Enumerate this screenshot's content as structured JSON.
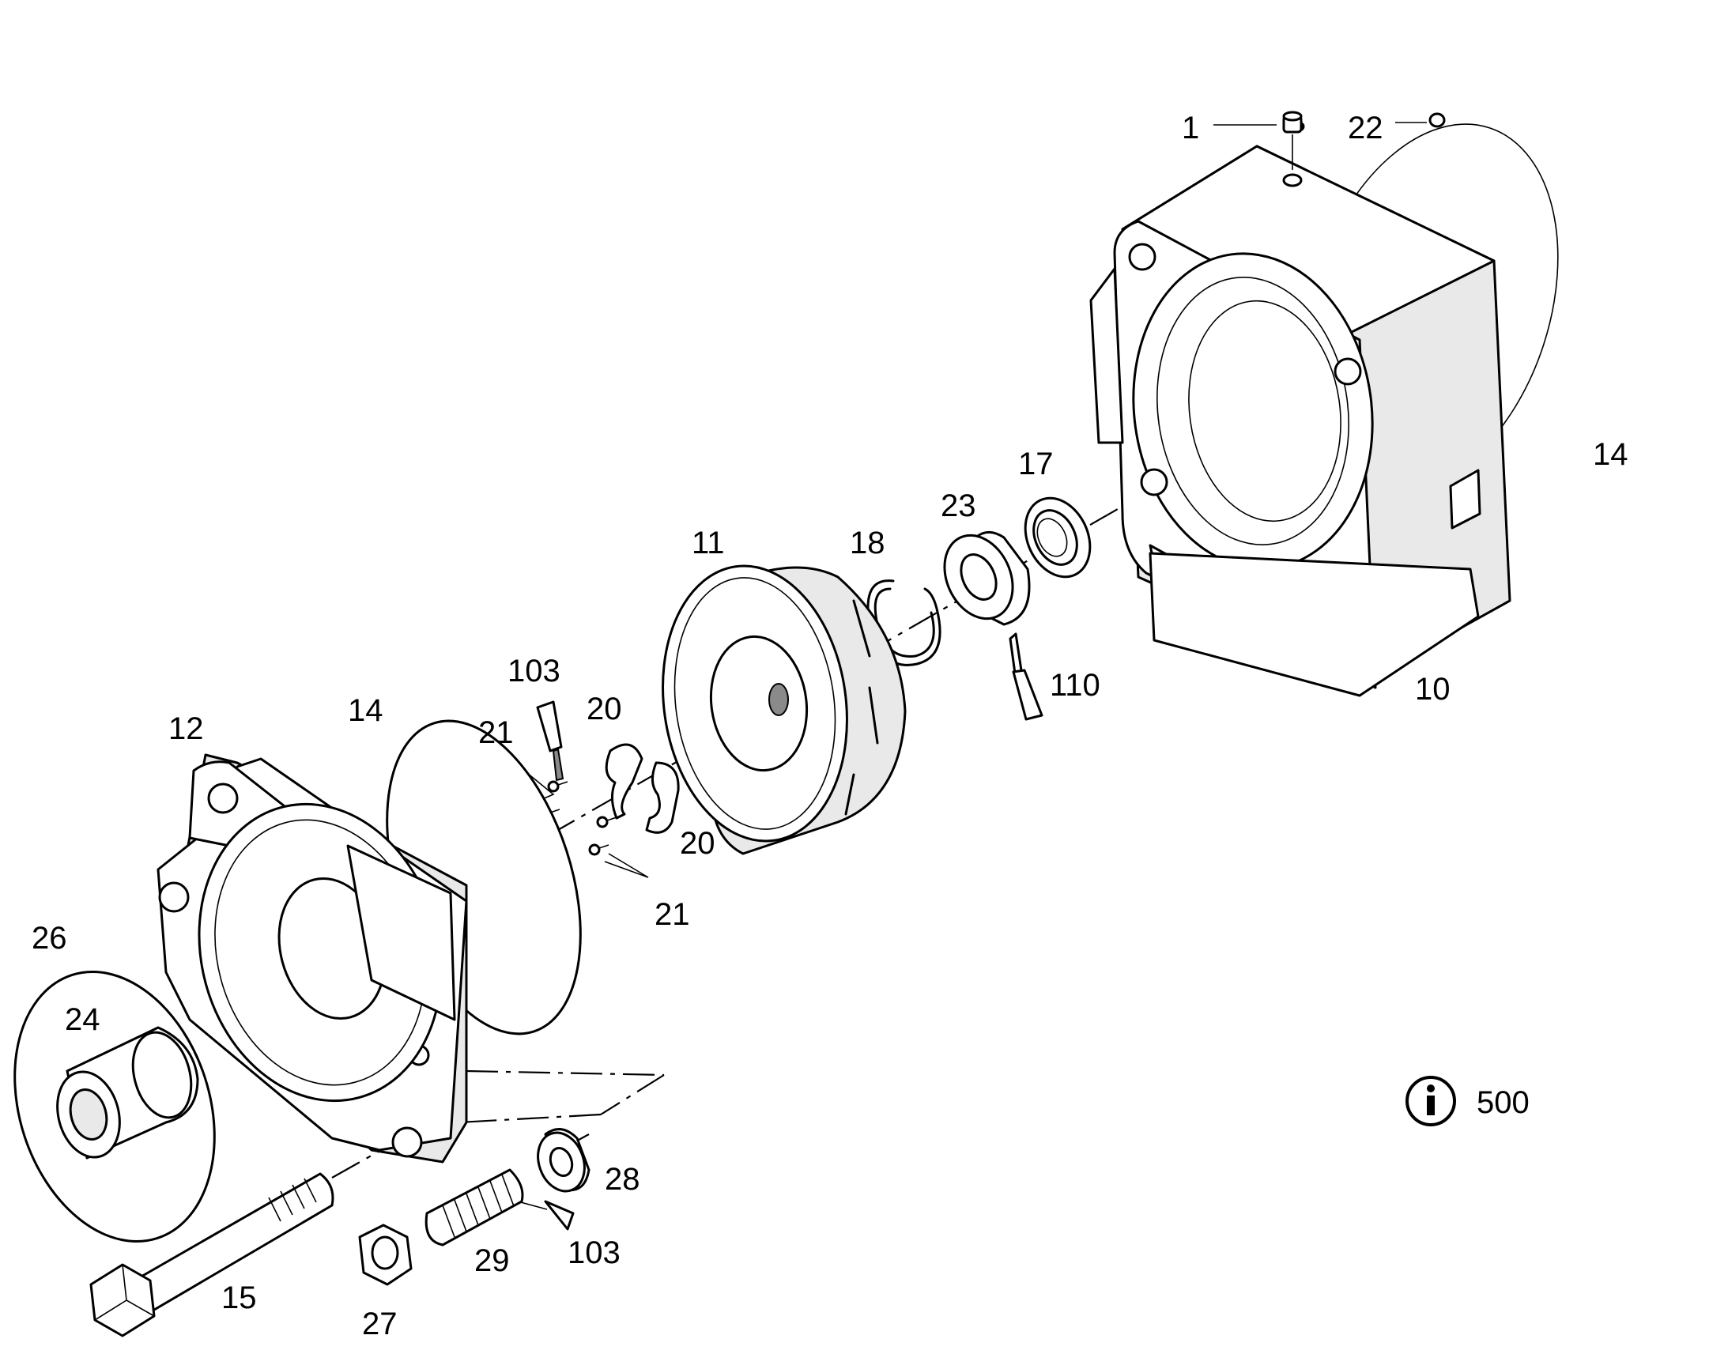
{
  "callouts": {
    "c1": "1",
    "c22": "22",
    "c14_right": "14",
    "c17": "17",
    "c23": "23",
    "c18": "18",
    "c11": "11",
    "c110": "110",
    "c10": "10",
    "c103_top": "103",
    "c20_top": "20",
    "c21_top": "21",
    "c14_left": "14",
    "c12": "12",
    "c20_bottom": "20",
    "c21_bottom": "21",
    "c26": "26",
    "c24": "24",
    "c28": "28",
    "c29": "29",
    "c103_bottom": "103",
    "c15": "15",
    "c27": "27"
  },
  "info": {
    "icon": "info-icon",
    "number": "500"
  }
}
